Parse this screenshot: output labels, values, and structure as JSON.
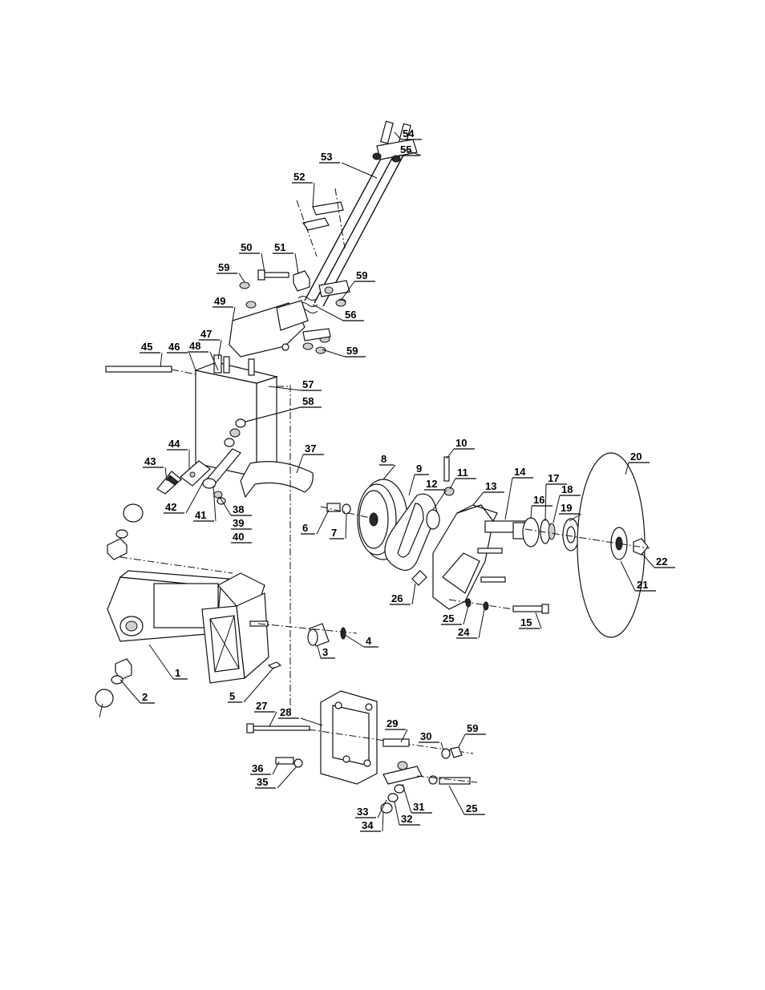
{
  "callouts": [
    {
      "n": "54"
    },
    {
      "n": "55"
    },
    {
      "n": "53"
    },
    {
      "n": "52"
    },
    {
      "n": "50"
    },
    {
      "n": "51"
    },
    {
      "n": "59"
    },
    {
      "n": "59"
    },
    {
      "n": "49"
    },
    {
      "n": "56"
    },
    {
      "n": "59"
    },
    {
      "n": "47"
    },
    {
      "n": "48"
    },
    {
      "n": "45"
    },
    {
      "n": "46"
    },
    {
      "n": "57"
    },
    {
      "n": "58"
    },
    {
      "n": "44"
    },
    {
      "n": "43"
    },
    {
      "n": "42"
    },
    {
      "n": "41"
    },
    {
      "n": "38"
    },
    {
      "n": "39"
    },
    {
      "n": "40"
    },
    {
      "n": "37"
    },
    {
      "n": "8"
    },
    {
      "n": "9"
    },
    {
      "n": "10"
    },
    {
      "n": "11"
    },
    {
      "n": "12"
    },
    {
      "n": "13"
    },
    {
      "n": "14"
    },
    {
      "n": "16"
    },
    {
      "n": "17"
    },
    {
      "n": "18"
    },
    {
      "n": "19"
    },
    {
      "n": "20"
    },
    {
      "n": "22"
    },
    {
      "n": "21"
    },
    {
      "n": "6"
    },
    {
      "n": "7"
    },
    {
      "n": "26"
    },
    {
      "n": "25"
    },
    {
      "n": "24"
    },
    {
      "n": "15"
    },
    {
      "n": "4"
    },
    {
      "n": "3"
    },
    {
      "n": "1"
    },
    {
      "n": "2"
    },
    {
      "n": "5"
    },
    {
      "n": "27"
    },
    {
      "n": "28"
    },
    {
      "n": "29"
    },
    {
      "n": "30"
    },
    {
      "n": "59"
    },
    {
      "n": "36"
    },
    {
      "n": "35"
    },
    {
      "n": "31"
    },
    {
      "n": "25"
    },
    {
      "n": "33"
    },
    {
      "n": "32"
    },
    {
      "n": "34"
    }
  ]
}
